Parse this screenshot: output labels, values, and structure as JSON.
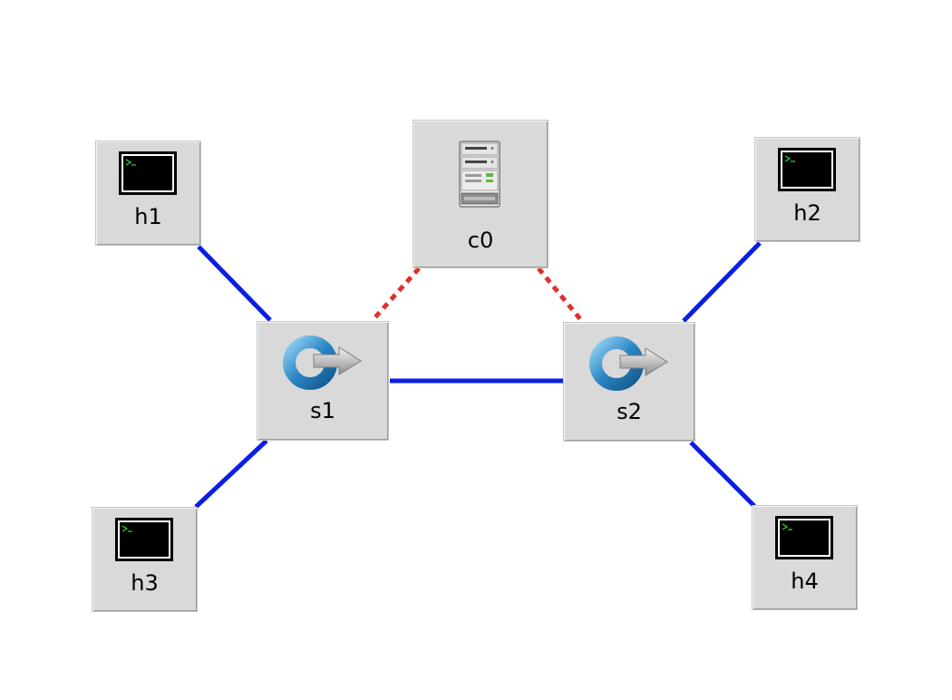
{
  "topology": {
    "colors": {
      "data_link": "#0a1ee6",
      "control_link": "#e0312a",
      "node_bg": "#d9d9d9"
    },
    "nodes": [
      {
        "id": "h1",
        "label": "h1",
        "kind": "host",
        "icon": "terminal-icon"
      },
      {
        "id": "h2",
        "label": "h2",
        "kind": "host",
        "icon": "terminal-icon"
      },
      {
        "id": "h3",
        "label": "h3",
        "kind": "host",
        "icon": "terminal-icon"
      },
      {
        "id": "h4",
        "label": "h4",
        "kind": "host",
        "icon": "terminal-icon"
      },
      {
        "id": "s1",
        "label": "s1",
        "kind": "switch",
        "icon": "openflow-switch-icon"
      },
      {
        "id": "s2",
        "label": "s2",
        "kind": "switch",
        "icon": "openflow-switch-icon"
      },
      {
        "id": "c0",
        "label": "c0",
        "kind": "controller",
        "icon": "server-icon"
      }
    ],
    "links": [
      {
        "from": "h1",
        "to": "s1",
        "type": "data"
      },
      {
        "from": "h3",
        "to": "s1",
        "type": "data"
      },
      {
        "from": "s1",
        "to": "s2",
        "type": "data"
      },
      {
        "from": "h2",
        "to": "s2",
        "type": "data"
      },
      {
        "from": "h4",
        "to": "s2",
        "type": "data"
      },
      {
        "from": "c0",
        "to": "s1",
        "type": "control"
      },
      {
        "from": "c0",
        "to": "s2",
        "type": "control"
      }
    ]
  }
}
